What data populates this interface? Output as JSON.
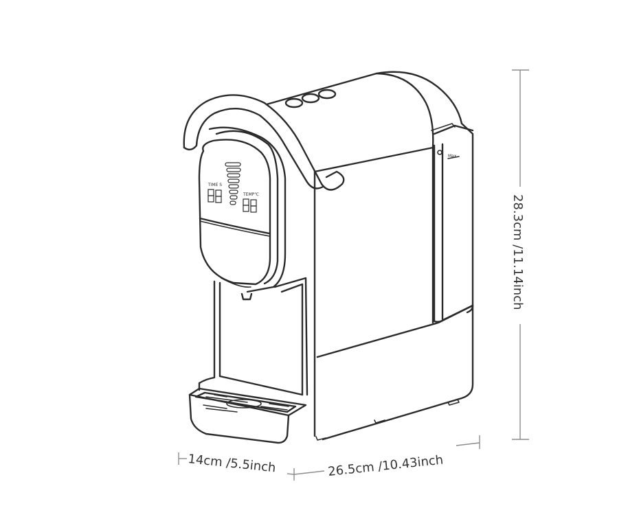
{
  "dimensions": {
    "depth_label": "14cm /5.5inch",
    "length_label": "26.5cm /10.43inch",
    "height_label": "28.3cm /11.14inch"
  },
  "panel": {
    "time_label": "TIME S",
    "temp_label": "TEMP℃",
    "time_digits": "88",
    "temp_digits": "88"
  },
  "tank": {
    "max_label": "Max"
  }
}
